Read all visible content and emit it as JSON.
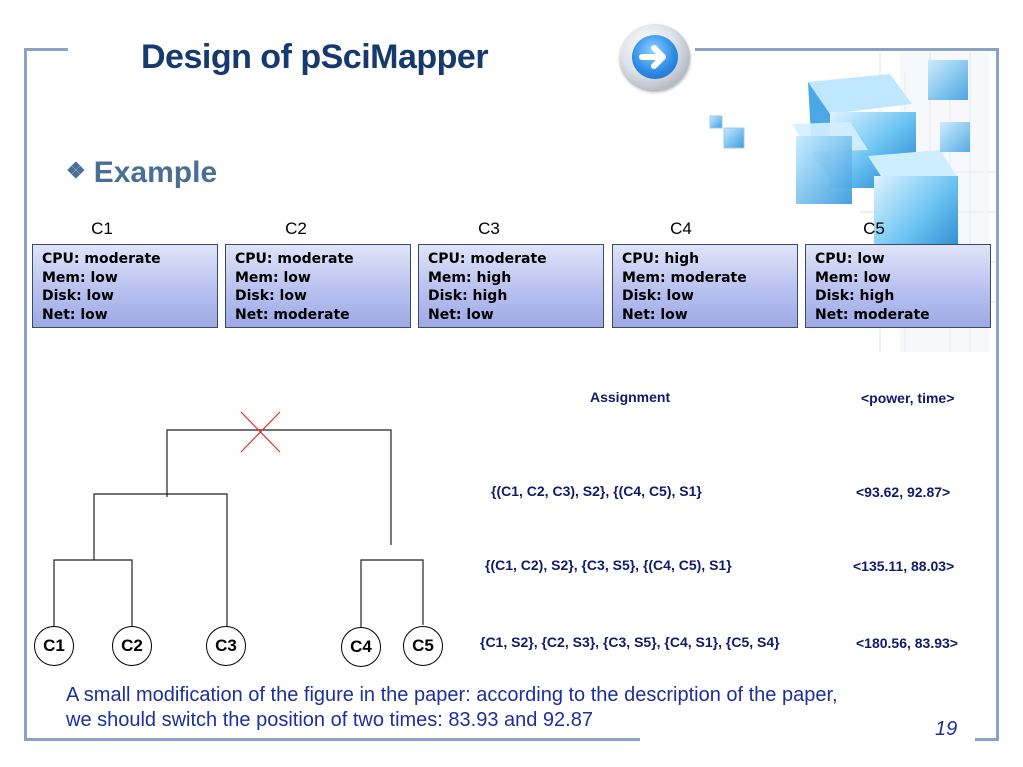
{
  "slide": {
    "title": "Design of pSciMapper",
    "bullet": "Example",
    "bullet_mark": "❖",
    "page_number": "19",
    "footnote_line1": "A small modification of the figure in the paper: according to the description of the paper,",
    "footnote_line2": "we should switch the position of two times: 83.93 and 92.87"
  },
  "clusters": [
    {
      "label": "C1",
      "lines": [
        "CPU: moderate",
        "Mem: low",
        "Disk: low",
        "Net: low"
      ]
    },
    {
      "label": "C2",
      "lines": [
        "CPU: moderate",
        "Mem: low",
        "Disk: low",
        "Net: moderate"
      ]
    },
    {
      "label": "C3",
      "lines": [
        "CPU: moderate",
        "Mem: high",
        "Disk: high",
        "Net: low"
      ]
    },
    {
      "label": "C4",
      "lines": [
        "CPU: high",
        "Mem: moderate",
        "Disk: low",
        "Net: low"
      ]
    },
    {
      "label": "C5",
      "lines": [
        "CPU: low",
        "Mem: low",
        "Disk: high",
        "Net: moderate"
      ]
    }
  ],
  "table": {
    "header_assignment": "Assignment",
    "header_metric": "<power, time>",
    "rows": [
      {
        "assignment": "{(C1, C2, C3), S2}, {(C4, C5), S1}",
        "metric": "<93.62, 92.87>"
      },
      {
        "assignment": "{(C1, C2), S2}, {C3, S5}, {(C4, C5), S1}",
        "metric": "<135.11, 88.03>"
      },
      {
        "assignment": "{C1, S2}, {C2, S3}, {C3, S5}, {C4, S1}, {C5, S4}",
        "metric": "<180.56, 83.93>"
      }
    ]
  },
  "tree": {
    "leaves": [
      "C1",
      "C2",
      "C3",
      "C4",
      "C5"
    ],
    "cut_color": "#e03030"
  },
  "colors": {
    "title": "#173a6e",
    "frame": "#8aa2c4",
    "table_text": "#101a6a",
    "footnote": "#1d2f9c"
  }
}
